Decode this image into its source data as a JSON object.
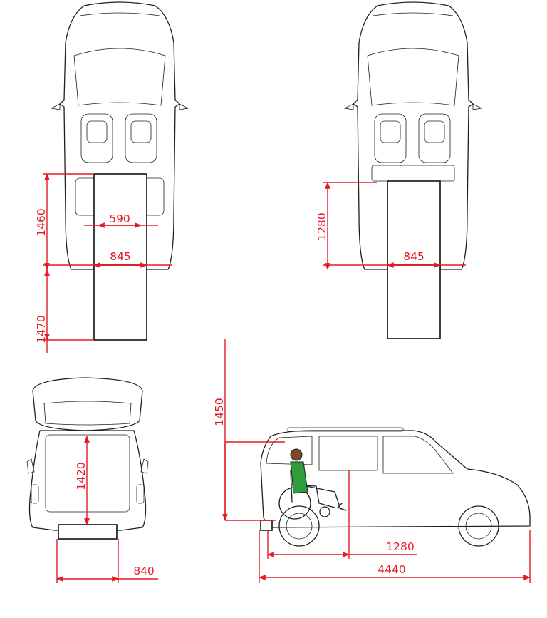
{
  "colors": {
    "dimension": "#e31b23",
    "outline": "#1f1f1f",
    "person_shirt": "#2f9e3a",
    "person_skin": "#7a4a2a"
  },
  "views": {
    "top_with_rear_seats": {
      "dim_length_inside": "1460",
      "dim_inner_width": "590",
      "dim_door_width": "845",
      "dim_ramp_length": "1470"
    },
    "top_front_seats_only": {
      "dim_length_inside": "1280",
      "dim_door_width": "845"
    },
    "rear_view": {
      "dim_opening_height": "1420",
      "dim_ramp_width": "840"
    },
    "side_view": {
      "dim_total_height": "1450",
      "dim_ramp_wheel_distance": "1280",
      "dim_overall_length": "4440"
    }
  }
}
